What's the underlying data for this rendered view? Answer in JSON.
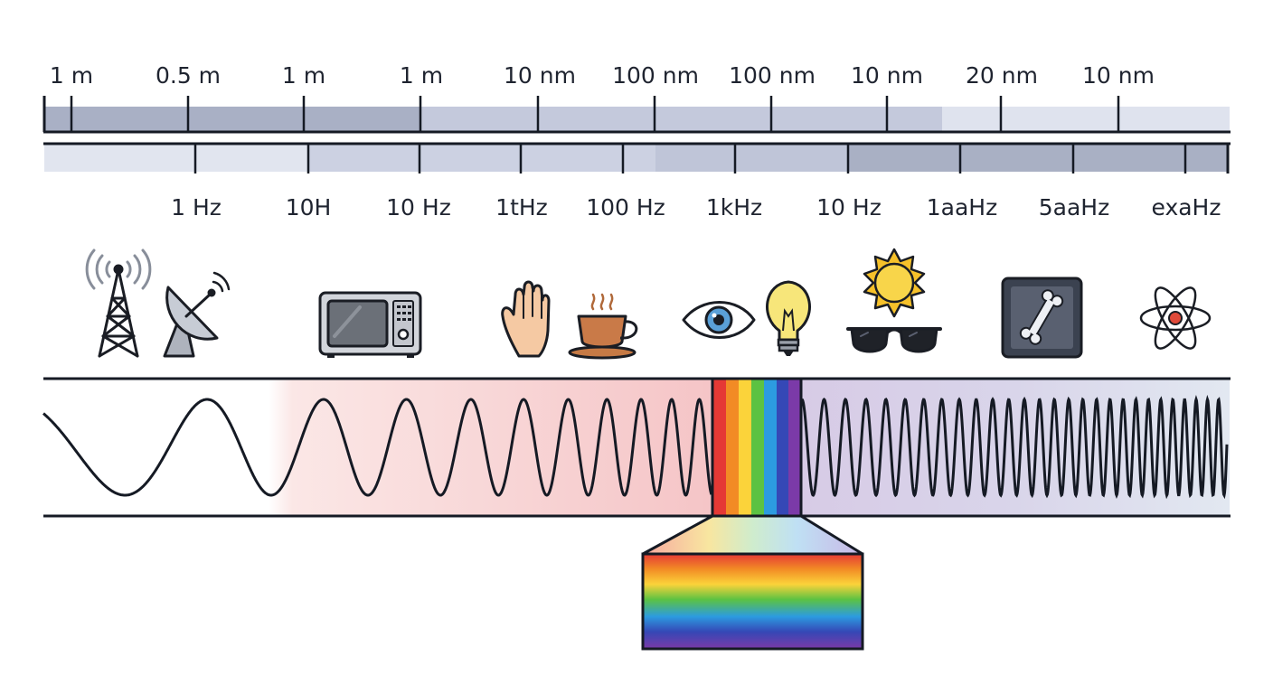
{
  "wavelength_scale": {
    "labels": [
      "1 m",
      "0.5 m",
      "1 m",
      "1 m",
      "10 nm",
      "100 nm",
      "100 nm",
      "10 nm",
      "20 nm",
      "10 nm"
    ]
  },
  "frequency_scale": {
    "labels": [
      "1 Hz",
      "10H",
      "10 Hz",
      "1tHz",
      "100 Hz",
      "1kHz",
      "10 Hz",
      "1aaHz",
      "5aaHz",
      "exaHz"
    ]
  },
  "icons": [
    "radio-tower-icon",
    "satellite-dish-icon",
    "microwave-oven-icon",
    "hand-icon",
    "coffee-cup-icon",
    "eye-icon",
    "light-bulb-icon",
    "sun-icon",
    "sunglasses-icon",
    "xray-bone-icon",
    "atom-icon"
  ],
  "colors": {
    "scale_dark": "#a7aec4",
    "scale_mid": "#c3c8dc",
    "scale_light": "#e0e4ef",
    "band_red": "#f6c6c8",
    "band_violet": "#cdc4e4",
    "line": "#151a24"
  },
  "spectrum_colors": [
    "#e53935",
    "#f28b25",
    "#fbd33a",
    "#5cc242",
    "#2c9be0",
    "#3548b6",
    "#7b3aa8"
  ]
}
